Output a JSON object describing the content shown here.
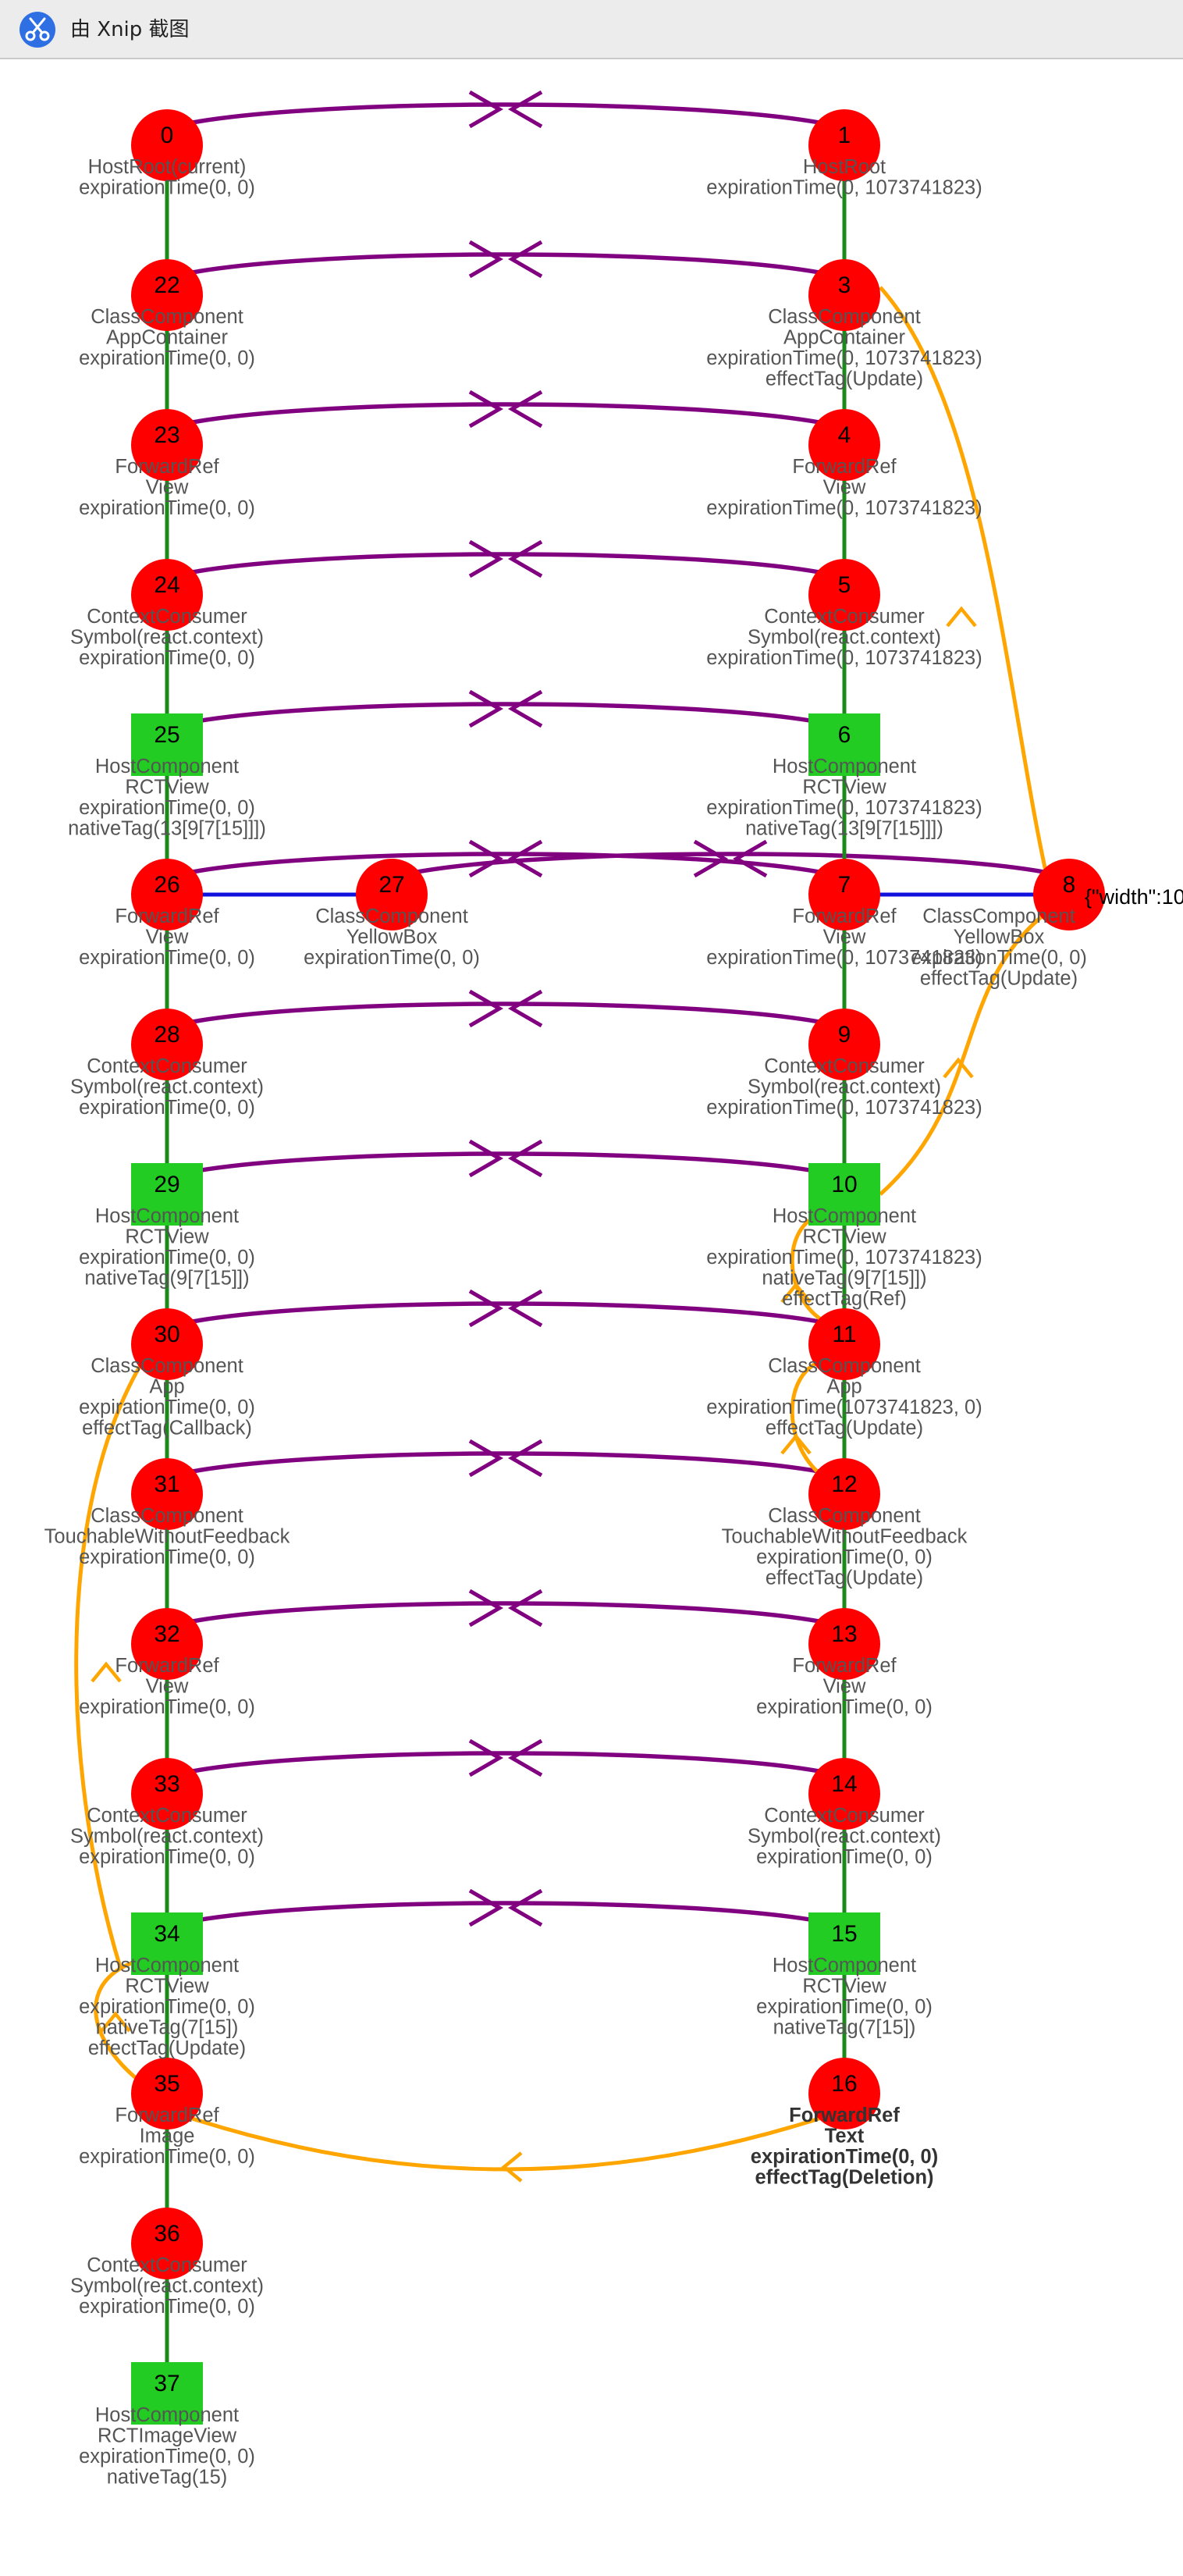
{
  "window": {
    "title": "由 Xnip 截图",
    "app_icon": "scissors-icon"
  },
  "colors": {
    "node_fill": "#ff0000",
    "host_fill": "#22cc22",
    "child_edge": "#1a8a1a",
    "sibling_edge": "#1111dd",
    "alternate_edge": "#800080",
    "effect_edge": "#ffa500"
  },
  "diagram": {
    "nodes": [
      {
        "id": "0",
        "shape": "circle",
        "lines": [
          "HostRoot(current)",
          "expirationTime(0, 0)"
        ]
      },
      {
        "id": "1",
        "shape": "circle",
        "lines": [
          "HostRoot",
          "expirationTime(0, 1073741823)"
        ]
      },
      {
        "id": "22",
        "shape": "circle",
        "lines": [
          "ClassComponent",
          "AppContainer",
          "expirationTime(0, 0)"
        ]
      },
      {
        "id": "3",
        "shape": "circle",
        "lines": [
          "ClassComponent",
          "AppContainer",
          "expirationTime(0, 1073741823)",
          "effectTag(Update)"
        ]
      },
      {
        "id": "23",
        "shape": "circle",
        "lines": [
          "ForwardRef",
          "View",
          "expirationTime(0, 0)"
        ]
      },
      {
        "id": "4",
        "shape": "circle",
        "lines": [
          "ForwardRef",
          "View",
          "expirationTime(0, 1073741823)"
        ]
      },
      {
        "id": "24",
        "shape": "circle",
        "lines": [
          "ContextConsumer",
          "Symbol(react.context)",
          "expirationTime(0, 0)"
        ]
      },
      {
        "id": "5",
        "shape": "circle",
        "lines": [
          "ContextConsumer",
          "Symbol(react.context)",
          "expirationTime(0, 1073741823)"
        ]
      },
      {
        "id": "25",
        "shape": "square",
        "lines": [
          "HostComponent",
          "RCTView",
          "expirationTime(0, 0)",
          "nativeTag(13[9[7[15]]])"
        ]
      },
      {
        "id": "6",
        "shape": "square",
        "lines": [
          "HostComponent",
          "RCTView",
          "expirationTime(0, 1073741823)",
          "nativeTag(13[9[7[15]]])"
        ]
      },
      {
        "id": "26",
        "shape": "circle",
        "lines": [
          "ForwardRef",
          "View",
          "expirationTime(0, 0)"
        ]
      },
      {
        "id": "27",
        "shape": "circle",
        "lines": [
          "ClassComponent",
          "YellowBox",
          "expirationTime(0, 0)"
        ]
      },
      {
        "id": "7",
        "shape": "circle",
        "lines": [
          "ForwardRef",
          "View",
          "expirationTime(0, 1073741823)"
        ]
      },
      {
        "id": "8",
        "shape": "circle",
        "lines": [
          "ClassComponent",
          "YellowBox",
          "expirationTime(0, 0)",
          "effectTag(Update)"
        ]
      },
      {
        "id": "28",
        "shape": "circle",
        "lines": [
          "ContextConsumer",
          "Symbol(react.context)",
          "expirationTime(0, 0)"
        ]
      },
      {
        "id": "9",
        "shape": "circle",
        "lines": [
          "ContextConsumer",
          "Symbol(react.context)",
          "expirationTime(0, 1073741823)"
        ]
      },
      {
        "id": "29",
        "shape": "square",
        "lines": [
          "HostComponent",
          "RCTView",
          "expirationTime(0, 0)",
          "nativeTag(9[7[15]])"
        ]
      },
      {
        "id": "10",
        "shape": "square",
        "lines": [
          "HostComponent",
          "RCTView",
          "expirationTime(0, 1073741823)",
          "nativeTag(9[7[15]])",
          "effectTag(Ref)"
        ]
      },
      {
        "id": "30",
        "shape": "circle",
        "lines": [
          "ClassComponent",
          "App",
          "expirationTime(0, 0)",
          "effectTag(Callback)"
        ]
      },
      {
        "id": "11",
        "shape": "circle",
        "lines": [
          "ClassComponent",
          "App",
          "expirationTime(1073741823, 0)",
          "effectTag(Update)"
        ]
      },
      {
        "id": "31",
        "shape": "circle",
        "lines": [
          "ClassComponent",
          "TouchableWithoutFeedback",
          "expirationTime(0, 0)"
        ]
      },
      {
        "id": "12",
        "shape": "circle",
        "lines": [
          "ClassComponent",
          "TouchableWithoutFeedback",
          "expirationTime(0, 0)",
          "effectTag(Update)"
        ]
      },
      {
        "id": "32",
        "shape": "circle",
        "lines": [
          "ForwardRef",
          "View",
          "expirationTime(0, 0)"
        ]
      },
      {
        "id": "13",
        "shape": "circle",
        "lines": [
          "ForwardRef",
          "View",
          "expirationTime(0, 0)"
        ]
      },
      {
        "id": "33",
        "shape": "circle",
        "lines": [
          "ContextConsumer",
          "Symbol(react.context)",
          "expirationTime(0, 0)"
        ]
      },
      {
        "id": "14",
        "shape": "circle",
        "lines": [
          "ContextConsumer",
          "Symbol(react.context)",
          "expirationTime(0, 0)"
        ]
      },
      {
        "id": "34",
        "shape": "square",
        "lines": [
          "HostComponent",
          "RCTView",
          "expirationTime(0, 0)",
          "nativeTag(7[15])",
          "effectTag(Update)"
        ]
      },
      {
        "id": "15",
        "shape": "square",
        "lines": [
          "HostComponent",
          "RCTView",
          "expirationTime(0, 0)",
          "nativeTag(7[15])"
        ]
      },
      {
        "id": "35",
        "shape": "circle",
        "lines": [
          "ForwardRef",
          "Image",
          "expirationTime(0, 0)"
        ]
      },
      {
        "id": "16",
        "shape": "circle",
        "strong": true,
        "lines": [
          "ForwardRef",
          "Text",
          "expirationTime(0, 0)",
          "effectTag(Deletion)"
        ]
      },
      {
        "id": "36",
        "shape": "circle",
        "lines": [
          "ContextConsumer",
          "Symbol(react.context)",
          "expirationTime(0, 0)"
        ]
      },
      {
        "id": "37",
        "shape": "square",
        "lines": [
          "HostComponent",
          "RCTImageView",
          "expirationTime(0, 0)",
          "nativeTag(15)"
        ]
      }
    ],
    "child_edges": [
      [
        "0",
        "22"
      ],
      [
        "22",
        "23"
      ],
      [
        "23",
        "24"
      ],
      [
        "24",
        "25"
      ],
      [
        "25",
        "26"
      ],
      [
        "26",
        "28"
      ],
      [
        "28",
        "29"
      ],
      [
        "29",
        "30"
      ],
      [
        "30",
        "31"
      ],
      [
        "31",
        "32"
      ],
      [
        "32",
        "33"
      ],
      [
        "33",
        "34"
      ],
      [
        "34",
        "35"
      ],
      [
        "35",
        "36"
      ],
      [
        "36",
        "37"
      ],
      [
        "1",
        "3"
      ],
      [
        "3",
        "4"
      ],
      [
        "4",
        "5"
      ],
      [
        "5",
        "6"
      ],
      [
        "6",
        "7"
      ],
      [
        "7",
        "9"
      ],
      [
        "9",
        "10"
      ],
      [
        "10",
        "11"
      ],
      [
        "11",
        "12"
      ],
      [
        "12",
        "13"
      ],
      [
        "13",
        "14"
      ],
      [
        "14",
        "15"
      ],
      [
        "15",
        "16"
      ]
    ],
    "sibling_edges": [
      [
        "26",
        "27"
      ],
      [
        "7",
        "8"
      ]
    ],
    "alternate_edges": [
      [
        "0",
        "1"
      ],
      [
        "22",
        "3"
      ],
      [
        "23",
        "4"
      ],
      [
        "24",
        "5"
      ],
      [
        "25",
        "6"
      ],
      [
        "26",
        "7"
      ],
      [
        "27",
        "8"
      ],
      [
        "28",
        "9"
      ],
      [
        "29",
        "10"
      ],
      [
        "30",
        "11"
      ],
      [
        "31",
        "12"
      ],
      [
        "32",
        "13"
      ],
      [
        "33",
        "14"
      ],
      [
        "34",
        "15"
      ]
    ],
    "effect_edges": [
      [
        "16",
        "35"
      ],
      [
        "35",
        "34"
      ],
      [
        "34",
        "30"
      ],
      [
        "12",
        "11"
      ],
      [
        "11",
        "10"
      ],
      [
        "10",
        "8"
      ],
      [
        "8",
        "3"
      ]
    ],
    "side_label": "{\"width\":10"
  }
}
